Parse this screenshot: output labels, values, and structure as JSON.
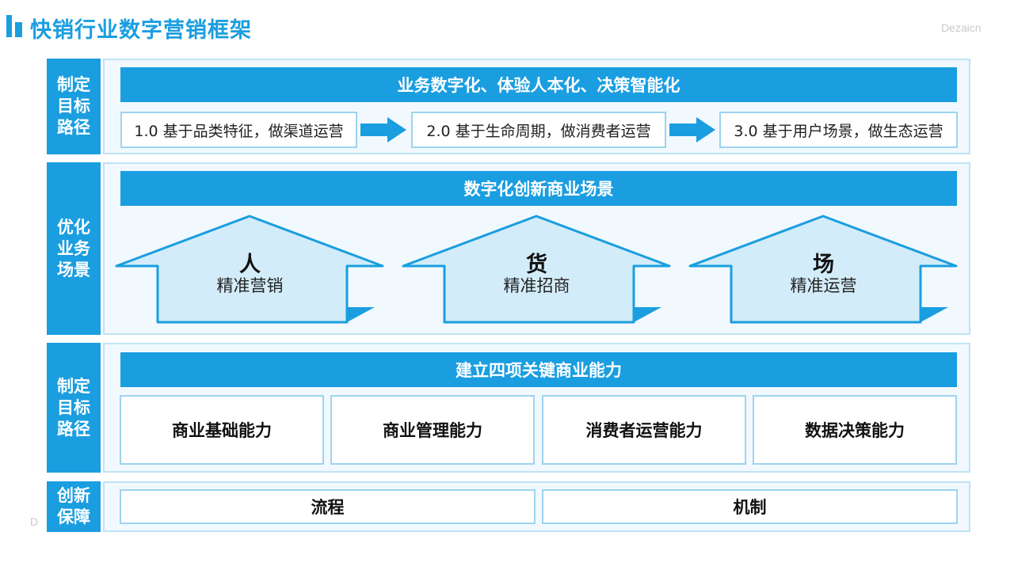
{
  "title": "快销行业数字营销框架",
  "watermark": "Dezaicn",
  "watermark_small": "D",
  "colors": {
    "accent": "#1a9ee0",
    "panel_bg": "#f1f9fe",
    "border": "#9ed3ef",
    "house_fill": "#d3ecf9"
  },
  "rows": [
    {
      "label": "制定目标路径",
      "band": "业务数字化、体验人本化、决策智能化",
      "stages": [
        "1.0 基于品类特征，做渠道运营",
        "2.0 基于生命周期，做消费者运营",
        "3.0 基于用户场景，做生态运营"
      ]
    },
    {
      "label": "优化业务场景",
      "band": "数字化创新商业场景",
      "houses": [
        {
          "title": "人",
          "sub": "精准营销"
        },
        {
          "title": "货",
          "sub": "精准招商"
        },
        {
          "title": "场",
          "sub": "精准运营"
        }
      ]
    },
    {
      "label": "制定目标路径",
      "band": "建立四项关键商业能力",
      "capabilities": [
        "商业基础能力",
        "商业管理能力",
        "消费者运营能力",
        "数据决策能力"
      ]
    },
    {
      "label": "创新保障",
      "items": [
        "流程",
        "机制"
      ]
    }
  ]
}
